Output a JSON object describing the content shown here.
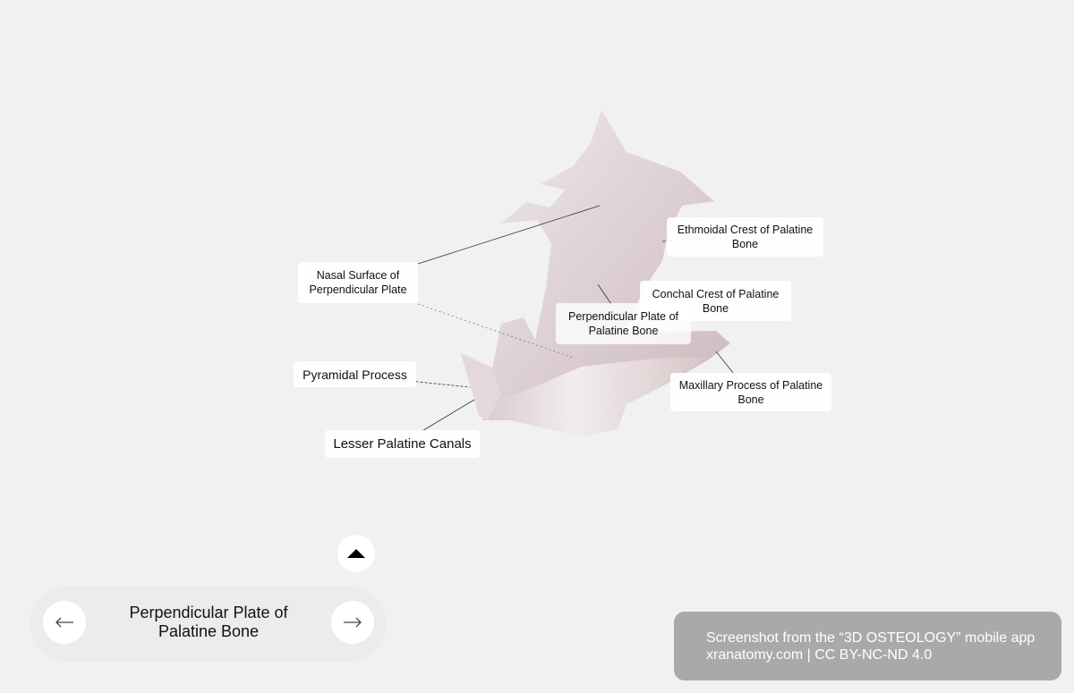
{
  "labels": {
    "ethmoidal_crest": "Ethmoidal Crest of Palatine Bone",
    "nasal_surface": "Nasal Surface of Perpendicular Plate",
    "conchal_crest": "Conchal Crest of Palatine Bone",
    "perpendicular_plate": "Perpendicular Plate of Palatine Bone",
    "pyramidal_process": "Pyramidal Process",
    "maxillary_process": "Maxillary Process of Palatine Bone",
    "lesser_palatine_canals": "Lesser Palatine Canals"
  },
  "navigator": {
    "current_title": "Perpendicular Plate of Palatine Bone",
    "prev_icon": "arrow-left-icon",
    "next_icon": "arrow-right-icon",
    "expand_icon": "triangle-up-icon"
  },
  "watermark": {
    "line1": "Screenshot from the “3D OSTEOLOGY” mobile app",
    "line2": "xranatomy.com | CC BY-NC-ND 4.0"
  },
  "colors": {
    "background": "#f1f1f1",
    "bone": "#e8dde2",
    "watermark_bg": "#a9a9a9"
  }
}
